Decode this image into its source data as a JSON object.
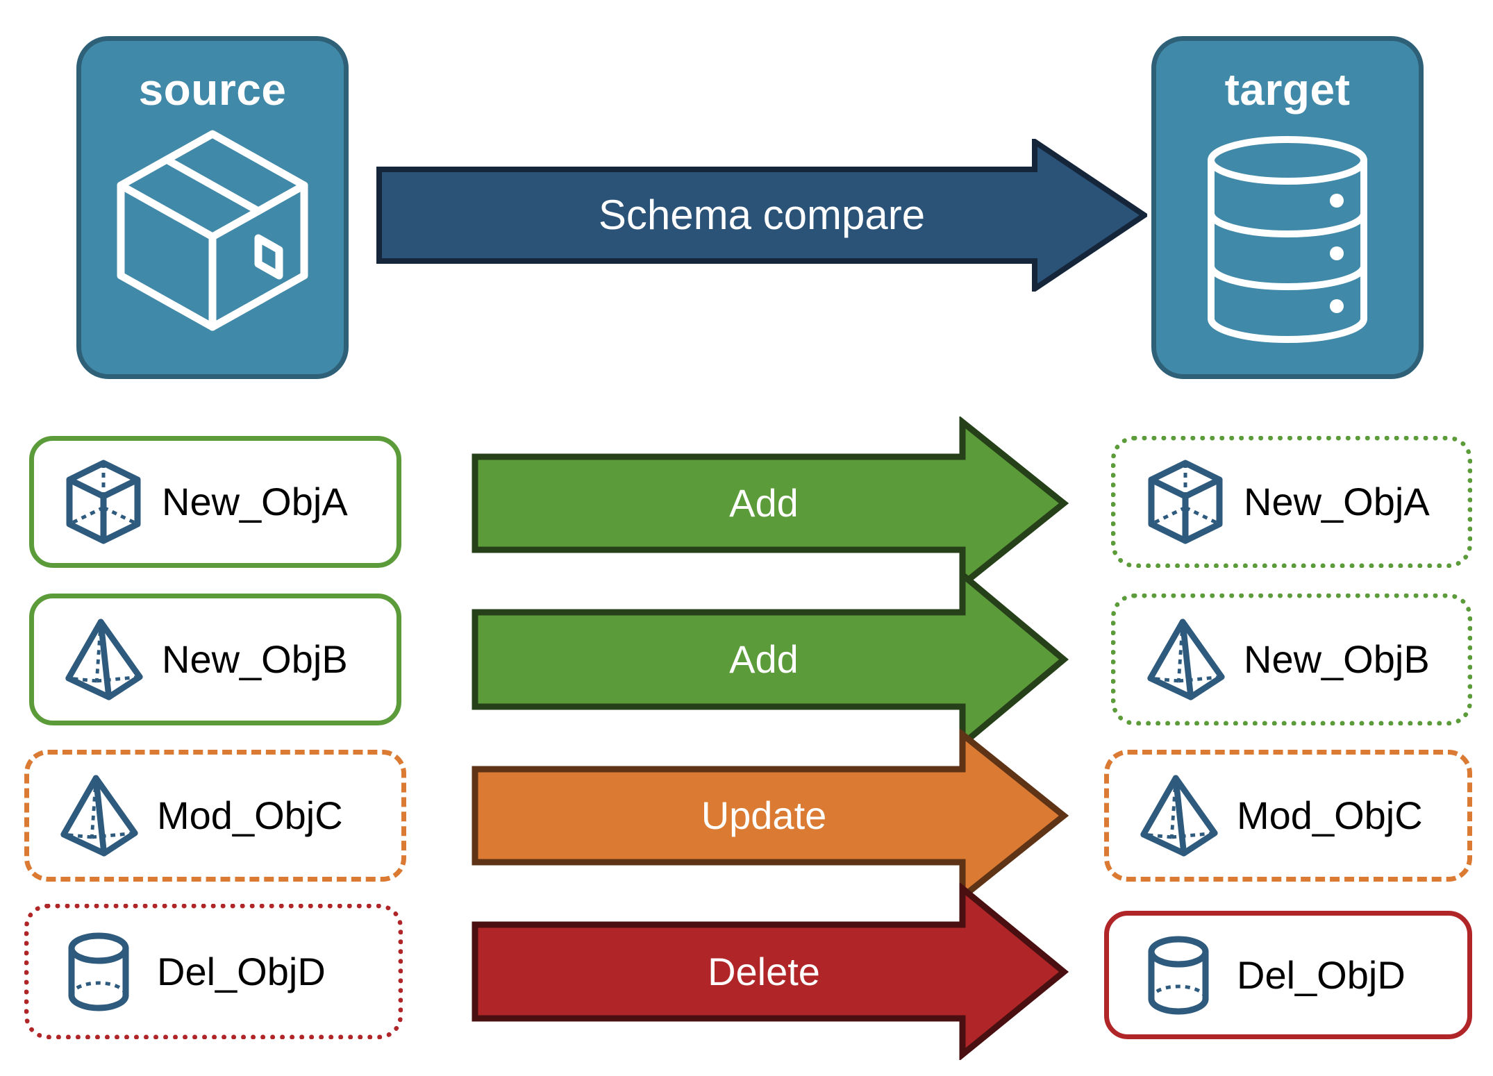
{
  "diagram": {
    "title": "Schema compare between source and target",
    "background": "#FFFFFF"
  },
  "palette": {
    "panel_blue": "#4189A8",
    "panel_blue_border": "#2E6177",
    "icon_white": "#FFFFFF",
    "object_icon_blue": "#2E5A7D",
    "compare_arrow_fill": "#2B5378",
    "compare_arrow_border": "#16263A",
    "add_fill": "#5B9B39",
    "add_border": "#26401A",
    "update_fill": "#DB7A33",
    "update_border": "#5E3316",
    "delete_fill": "#B02628",
    "delete_border": "#4A1011",
    "text_black": "#000000",
    "text_white": "#FFFFFF"
  },
  "endpoints": {
    "source": {
      "label": "source",
      "icon": "package-box-icon"
    },
    "target": {
      "label": "target",
      "icon": "database-cylinder-icon"
    }
  },
  "compare": {
    "label": "Schema compare",
    "icon": "right-arrow-icon",
    "fill": "#2B5378",
    "border": "#16263A"
  },
  "rows": [
    {
      "id": "row-add-a",
      "source_object": {
        "name": "New_ObjA",
        "icon": "wireframe-cube-icon",
        "border_style": "solid",
        "border_color": "#5B9B39"
      },
      "action": {
        "label": "Add",
        "fill": "#5B9B39",
        "border": "#26401A"
      },
      "target_object": {
        "name": "New_ObjA",
        "icon": "wireframe-cube-icon",
        "border_style": "dotted",
        "border_color": "#5B9B39"
      }
    },
    {
      "id": "row-add-b",
      "source_object": {
        "name": "New_ObjB",
        "icon": "wireframe-pyramid-icon",
        "border_style": "solid",
        "border_color": "#5B9B39"
      },
      "action": {
        "label": "Add",
        "fill": "#5B9B39",
        "border": "#26401A"
      },
      "target_object": {
        "name": "New_ObjB",
        "icon": "wireframe-pyramid-icon",
        "border_style": "dotted",
        "border_color": "#5B9B39"
      }
    },
    {
      "id": "row-update-c",
      "source_object": {
        "name": "Mod_ObjC",
        "icon": "wireframe-pyramid-icon",
        "border_style": "dashed",
        "border_color": "#DB7A33"
      },
      "action": {
        "label": "Update",
        "fill": "#DB7A33",
        "border": "#5E3316"
      },
      "target_object": {
        "name": "Mod_ObjC",
        "icon": "wireframe-pyramid-icon",
        "border_style": "dashed",
        "border_color": "#DB7A33"
      }
    },
    {
      "id": "row-delete-d",
      "source_object": {
        "name": "Del_ObjD",
        "icon": "wireframe-cylinder-icon",
        "border_style": "dotted",
        "border_color": "#B02628"
      },
      "action": {
        "label": "Delete",
        "fill": "#B02628",
        "border": "#4A1011"
      },
      "target_object": {
        "name": "Del_ObjD",
        "icon": "wireframe-cylinder-icon",
        "border_style": "solid",
        "border_color": "#B02628"
      }
    }
  ]
}
